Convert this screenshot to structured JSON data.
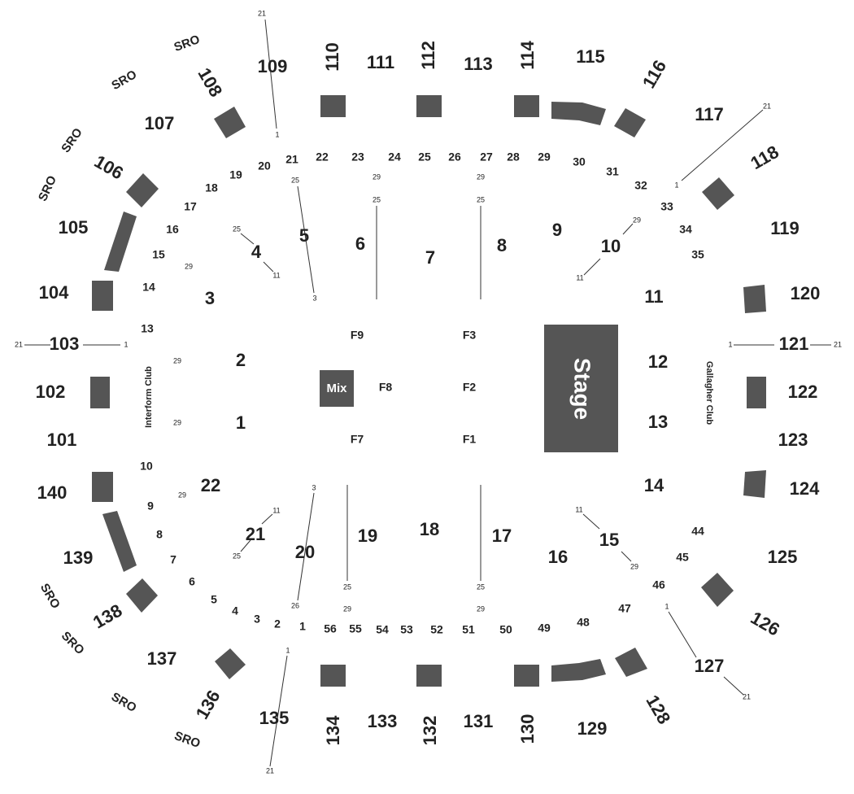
{
  "colors": {
    "block": "#555555",
    "text": "#222222",
    "stage_text": "#ffffff"
  },
  "stage_label": "Stage",
  "mix_label": "Mix",
  "clubs": {
    "left": "Interform Club",
    "right": "Gallagher Club"
  },
  "sro_label": "SRO",
  "sections": {
    "s101": "101",
    "s102": "102",
    "s103": "103",
    "s104": "104",
    "s105": "105",
    "s106": "106",
    "s107": "107",
    "s108": "108",
    "s109": "109",
    "s110": "110",
    "s111": "111",
    "s112": "112",
    "s113": "113",
    "s114": "114",
    "s115": "115",
    "s116": "116",
    "s117": "117",
    "s118": "118",
    "s119": "119",
    "s120": "120",
    "s121": "121",
    "s122": "122",
    "s123": "123",
    "s124": "124",
    "s125": "125",
    "s126": "126",
    "s127": "127",
    "s128": "128",
    "s129": "129",
    "s130": "130",
    "s131": "131",
    "s132": "132",
    "s133": "133",
    "s134": "134",
    "s135": "135",
    "s136": "136",
    "s137": "137",
    "s138": "138",
    "s139": "139",
    "s140": "140"
  },
  "floor": {
    "f1": "1",
    "f2": "2",
    "f3": "3",
    "f4": "4",
    "f5": "5",
    "f6": "6",
    "f7": "7",
    "f8": "8",
    "f9": "9",
    "f10": "10",
    "f11": "11",
    "f12": "12",
    "f13": "13",
    "f14": "14",
    "f15": "15",
    "f16": "16",
    "f17": "17",
    "f18": "18",
    "f19": "19",
    "f20": "20",
    "f21": "21",
    "f22": "22"
  },
  "floor_fixed": {
    "F1": "F1",
    "F2": "F2",
    "F3": "F3",
    "F7": "F7",
    "F8": "F8",
    "F9": "F9"
  },
  "rows": {
    "r1": "1",
    "r2": "2",
    "r3": "3",
    "r4": "4",
    "r5": "5",
    "r6": "6",
    "r7": "7",
    "r8": "8",
    "r9": "9",
    "r10": "10",
    "r13": "13",
    "r14": "14",
    "r15": "15",
    "r16": "16",
    "r17": "17",
    "r18": "18",
    "r19": "19",
    "r20": "20",
    "r21": "21",
    "r22": "22",
    "r23": "23",
    "r24": "24",
    "r25": "25",
    "r26": "26",
    "r27": "27",
    "r28": "28",
    "r29": "29",
    "r30": "30",
    "r31": "31",
    "r32": "32",
    "r33": "33",
    "r34": "34",
    "r35": "35",
    "r44": "44",
    "r45": "45",
    "r46": "46",
    "r47": "47",
    "r48": "48",
    "r49": "49",
    "r50": "50",
    "r51": "51",
    "r52": "52",
    "r53": "53",
    "r54": "54",
    "r55": "55",
    "r56": "56"
  },
  "tiny": {
    "t1": "1",
    "t3": "3",
    "t11": "11",
    "t21": "21",
    "t25": "25",
    "t26": "26",
    "t29": "29"
  }
}
